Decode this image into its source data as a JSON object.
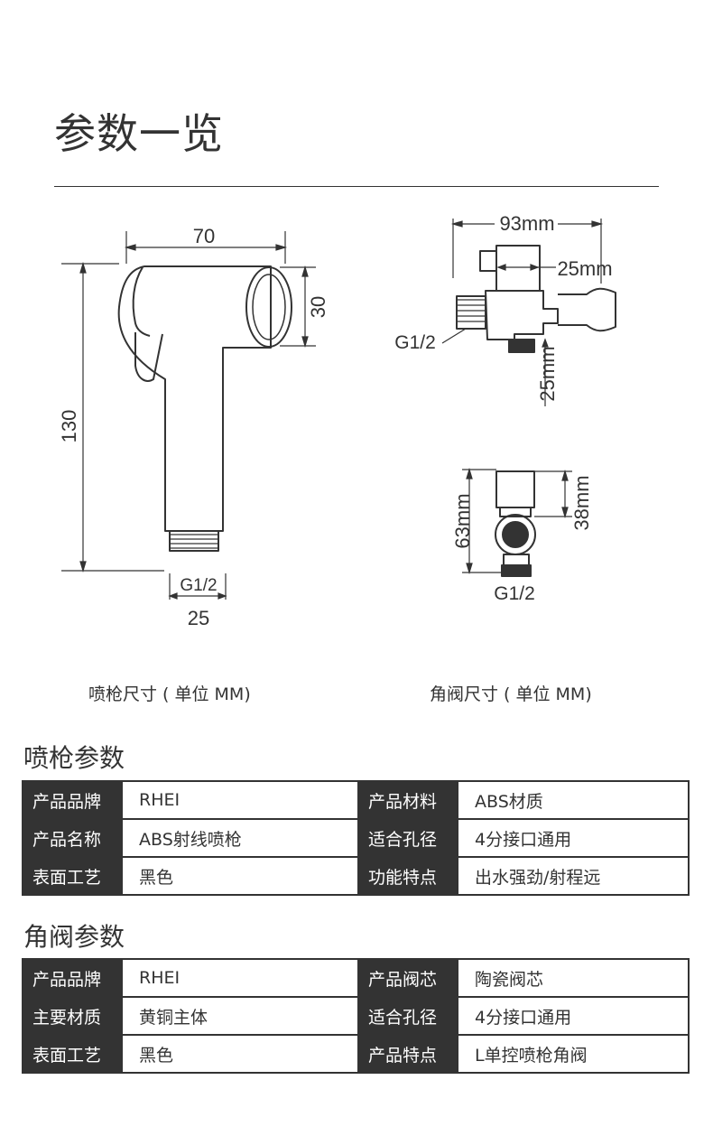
{
  "page_title": "参数一览",
  "sprayer_drawing": {
    "dim_width": "70",
    "dim_height": "130",
    "dim_head": "30",
    "thread": "G1/2",
    "dim_base": "25"
  },
  "valve_drawing": {
    "dim_width": "93mm",
    "dim_top": "25mm",
    "thread_side": "G1/2",
    "dim_down": "25mm",
    "dim_total": "63mm",
    "dim_body": "38mm",
    "thread_bottom": "G1/2"
  },
  "captions": {
    "sprayer": "喷枪尺寸 ( 单位 MM)",
    "valve": "角阀尺寸 ( 单位 MM)"
  },
  "sprayer_params": {
    "title": "喷枪参数",
    "rows": [
      [
        "产品品牌",
        "RHEI",
        "产品材料",
        "ABS材质"
      ],
      [
        "产品名称",
        "ABS射线喷枪",
        "适合孔径",
        "4分接口通用"
      ],
      [
        "表面工艺",
        "黑色",
        "功能特点",
        "出水强劲/射程远"
      ]
    ]
  },
  "valve_params": {
    "title": "角阀参数",
    "rows": [
      [
        "产品品牌",
        "RHEI",
        "产品阀芯",
        "陶瓷阀芯"
      ],
      [
        "主要材质",
        "黄铜主体",
        "适合孔径",
        "4分接口通用"
      ],
      [
        "表面工艺",
        "黑色",
        "产品特点",
        "L单控喷枪角阀"
      ]
    ]
  }
}
